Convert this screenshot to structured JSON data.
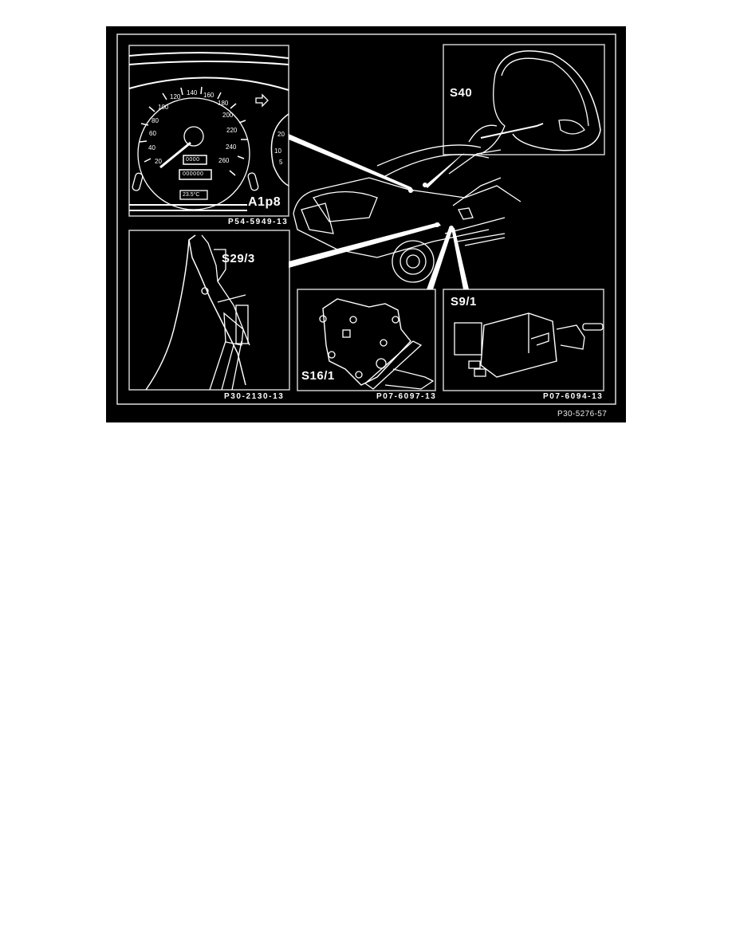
{
  "figure": {
    "background": "#000000",
    "line_color": "#ffffff",
    "master_ref": "P30-5276-57",
    "callouts": [
      {
        "id": "A1p8",
        "label": "A1p8",
        "ref": "P54-5949-13",
        "description": "instrument cluster"
      },
      {
        "id": "S40",
        "label": "S40",
        "ref": "",
        "description": "steering wheel / combination switch"
      },
      {
        "id": "S29/3",
        "label": "S29/3",
        "ref": "P30-2130-13",
        "description": "pedal switch"
      },
      {
        "id": "S16/1",
        "label": "S16/1",
        "ref": "P07-6097-13",
        "description": "gear selector switch"
      },
      {
        "id": "S9/1",
        "label": "S9/1",
        "ref": "P07-6094-13",
        "description": "stop lamp switch"
      }
    ],
    "cluster": {
      "speed_ticks": [
        "20",
        "40",
        "60",
        "80",
        "100",
        "120",
        "140",
        "160",
        "180",
        "200",
        "220",
        "240",
        "260"
      ],
      "trip_odometer": "0000",
      "odometer": "000000",
      "temperature": "23.5°C",
      "tacho_ticks": [
        "5",
        "10",
        "20"
      ]
    }
  }
}
